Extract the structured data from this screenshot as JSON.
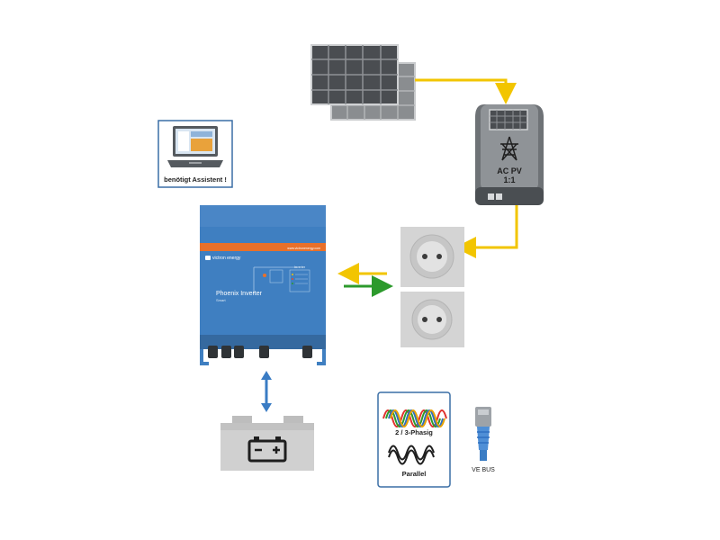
{
  "laptop": {
    "caption": "benötigt Assistent !"
  },
  "acpv": {
    "line1": "AC PV",
    "line2": "1:1"
  },
  "inverter": {
    "brand": "victron energy",
    "model": "Phoenix Inverter",
    "sub": "Smart",
    "website": "www.victronenergy.com",
    "panel_title": "Inverter"
  },
  "phase": {
    "label_3phase": "2 / 3-Phasig",
    "label_parallel": "Parallel"
  },
  "vebus": {
    "label": "VE BUS"
  },
  "colors": {
    "inverter_blue": "#3a7cc4",
    "inverter_orange": "#e8702a",
    "ac_line": "#f2c500",
    "dc_line": "#2c9a2c",
    "battery_arrow": "#3a7cc4",
    "socket_grey": "#d4d4d4",
    "panel_dark": "#5b5f63"
  }
}
